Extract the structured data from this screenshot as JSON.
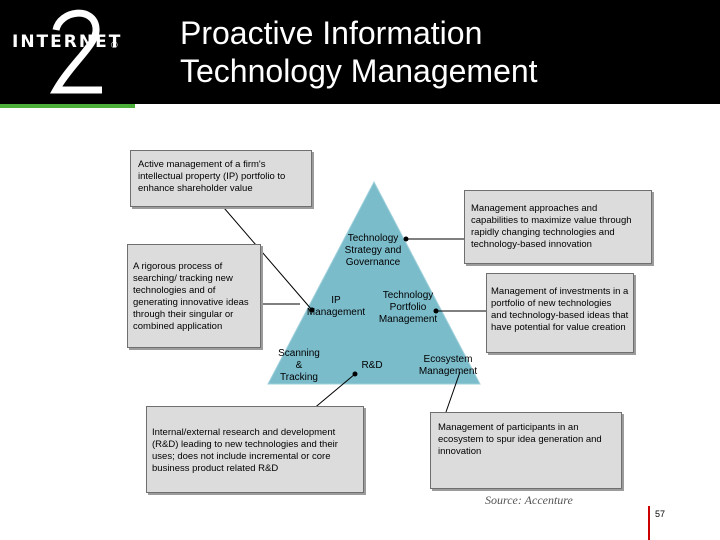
{
  "header": {
    "logo_word": "INTERNET",
    "logo_two": "2",
    "logo_reg": "®",
    "title_line1": "Proactive Information",
    "title_line2": "Technology Management"
  },
  "pyramid": {
    "levels": [
      {
        "label_lines": [
          "Technology",
          "Strategy and",
          "Governance"
        ]
      },
      {
        "label_lines": [
          "IP",
          "Management"
        ]
      },
      {
        "label_lines": [
          "Technology",
          "Portfolio",
          "Management"
        ]
      },
      {
        "label_lines": [
          "Scanning",
          "&",
          "Tracking"
        ]
      },
      {
        "label_lines": [
          "R&D"
        ]
      },
      {
        "label_lines": [
          "Ecosystem",
          "Management"
        ]
      }
    ]
  },
  "callouts": {
    "ip_management": "Active management of a firm's intellectual property (IP) portfolio to enhance shareholder value",
    "strategy_governance": "Management approaches and capabilities to maximize value through rapidly changing technologies and technology-based innovation",
    "scanning_tracking": "A rigorous process of searching/ tracking new technologies and of generating innovative ideas through their singular or combined application",
    "portfolio_management": "Management of investments in a portfolio of new technologies and technology-based ideas that have potential for value creation",
    "r_and_d": "Internal/external research and development (R&D) leading to new technologies and their uses; does not include incremental or core business product related R&D",
    "ecosystem": "Management of participants in an ecosystem to spur idea generation and innovation"
  },
  "footer": {
    "source": "Source: Accenture",
    "page_number": "57"
  },
  "colors": {
    "header_bg": "#000000",
    "accent_green": "#4caf3a",
    "pyramid_fill": "#7bbccb",
    "callout_fill": "#dcdcdc",
    "page_bar": "#cc0000"
  }
}
